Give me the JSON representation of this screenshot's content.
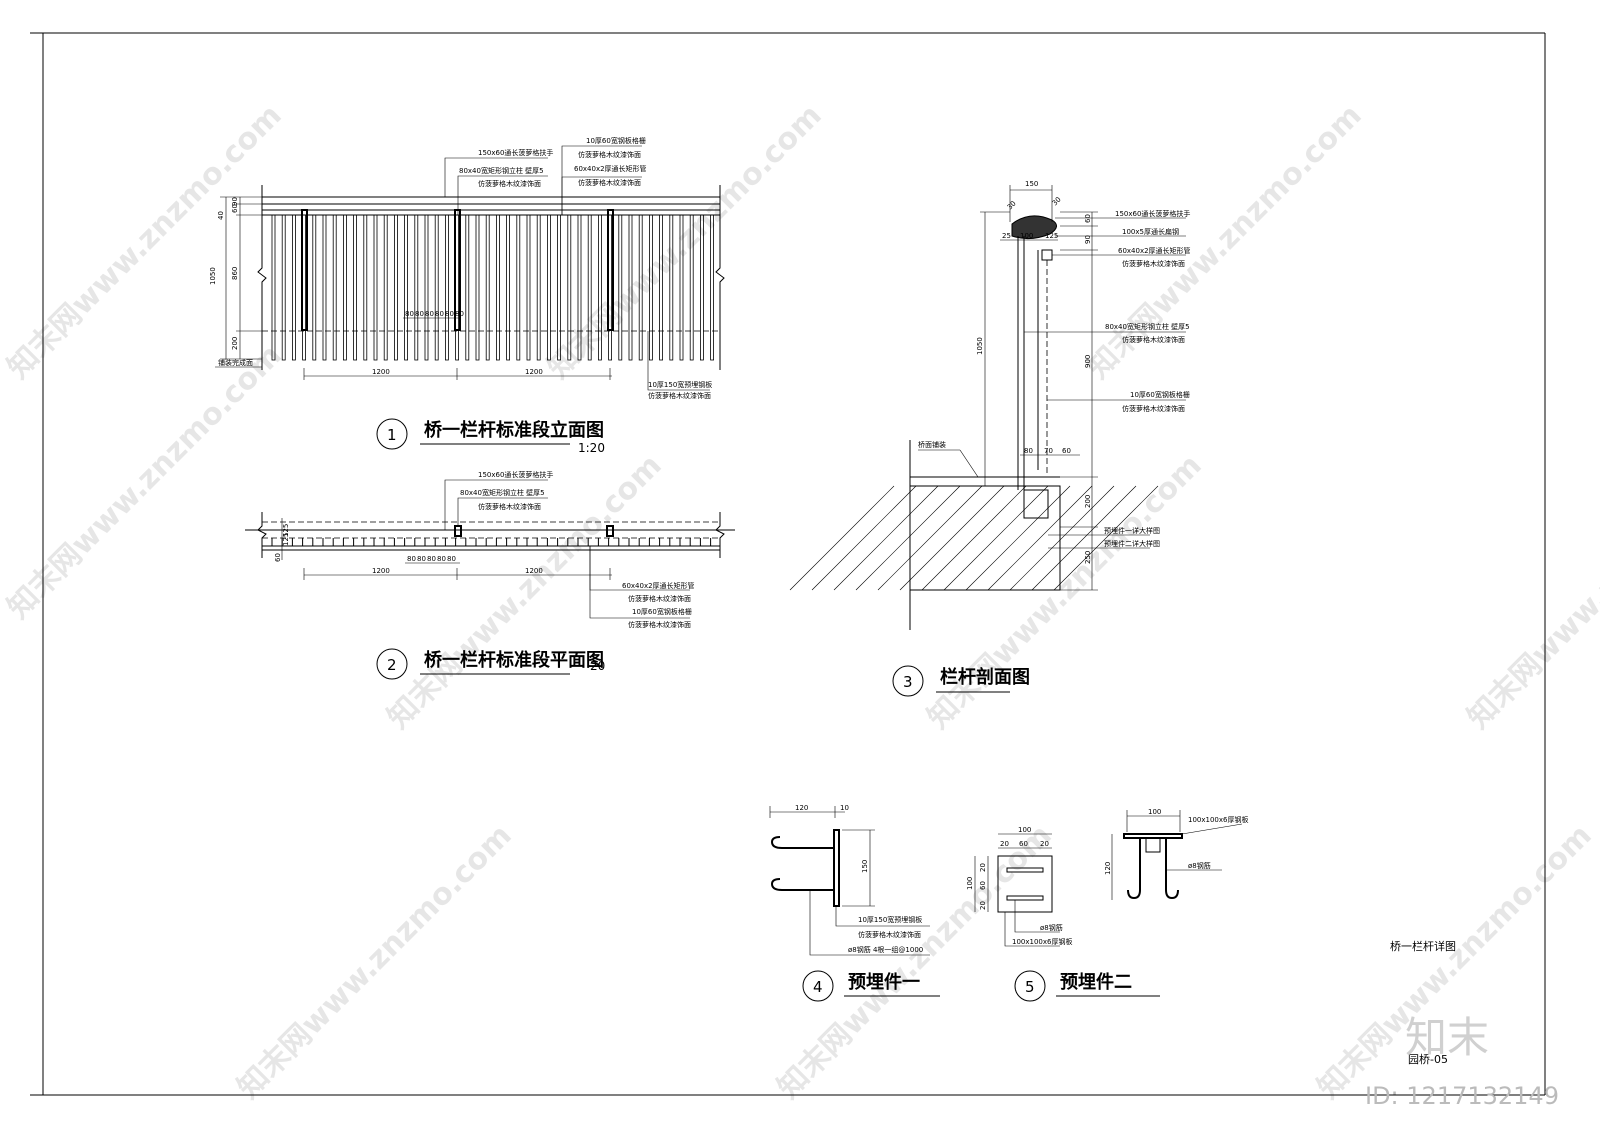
{
  "titles": {
    "t1": "桥一栏杆标准段立面图",
    "t1_num": "1",
    "t1_scale": "1:20",
    "t2": "桥一栏杆标准段平面图",
    "t2_num": "2",
    "t2_scale": "20",
    "t3": "栏杆剖面图",
    "t3_num": "3",
    "t4": "预埋件一",
    "t4_num": "4",
    "t5": "预埋件二",
    "t5_num": "5"
  },
  "elevation": {
    "notes": [
      "150x60通长菠萝格扶手",
      "80x40宽矩形钢立柱 壁厚5",
      "仿菠萝格木纹漆饰面",
      "10厚60宽钢板格栅",
      "仿菠萝格木纹漆饰面",
      "60x40x2厚通长矩形管",
      "仿菠萝格木纹漆饰面",
      "10厚150宽预埋钢板",
      "仿菠萝格木纹漆饰面"
    ],
    "left_dims": [
      "40",
      "90",
      "60",
      "1050",
      "860",
      "200"
    ],
    "bottom_dims": [
      "1200",
      "1200"
    ],
    "spacing": [
      "80",
      "80",
      "80",
      "80",
      "80",
      "80"
    ],
    "ground_label": "铺装完成面"
  },
  "plan": {
    "notes_top": [
      "150x60通长菠萝格扶手",
      "80x40宽矩形钢立柱 壁厚5",
      "仿菠萝格木纹漆饰面"
    ],
    "notes_bottom": [
      "60x40x2厚通长矩形管",
      "仿菠萝格木纹漆饰面",
      "10厚60宽钢板格栅",
      "仿菠萝格木纹漆饰面"
    ],
    "left_dims": [
      "125",
      "125",
      "60"
    ],
    "bottom_dims": [
      "1200",
      "1200"
    ],
    "spacing": [
      "80",
      "80",
      "80",
      "80",
      "80"
    ]
  },
  "section": {
    "top_dims": [
      "150",
      "30",
      "30"
    ],
    "sub_dims": [
      "25",
      "100",
      "125"
    ],
    "notes": [
      "150x60通长菠萝格扶手",
      "100x5厚通长扁钢",
      "60x40x2厚通长矩形管",
      "仿菠萝格木纹漆饰面",
      "80x40宽矩形钢立柱 壁厚5",
      "仿菠萝格木纹漆饰面",
      "10厚60宽钢板格栅",
      "仿菠萝格木纹漆饰面",
      "预埋件一详大样图",
      "预埋件二详大样图"
    ],
    "right_dims": [
      "60",
      "90",
      "900",
      "200",
      "250"
    ],
    "left_dim": "1050",
    "bottom_dims": [
      "80",
      "70",
      "60"
    ],
    "deck_label": "桥面铺装"
  },
  "embed1": {
    "dims": [
      "120",
      "10",
      "150"
    ],
    "notes": [
      "10厚150宽预埋钢板",
      "仿菠萝格木纹漆饰面",
      "ø8钢筋 4根一组@1000"
    ]
  },
  "embed2a": {
    "top_dims": [
      "100",
      "20",
      "60",
      "20"
    ],
    "left_dims": [
      "100",
      "20",
      "60",
      "20"
    ],
    "notes": [
      "ø8钢筋",
      "100x100x6厚钢板"
    ]
  },
  "embed2b": {
    "dims": [
      "100",
      "120"
    ],
    "notes": [
      "100x100x6厚钢板",
      "ø8钢筋"
    ]
  },
  "sheet": {
    "drawing_name": "桥一栏杆详图",
    "drawing_no": "园桥-05",
    "brand": "知末",
    "id": "ID: 1217132149",
    "watermark": "知末网www.znzmo.com"
  }
}
